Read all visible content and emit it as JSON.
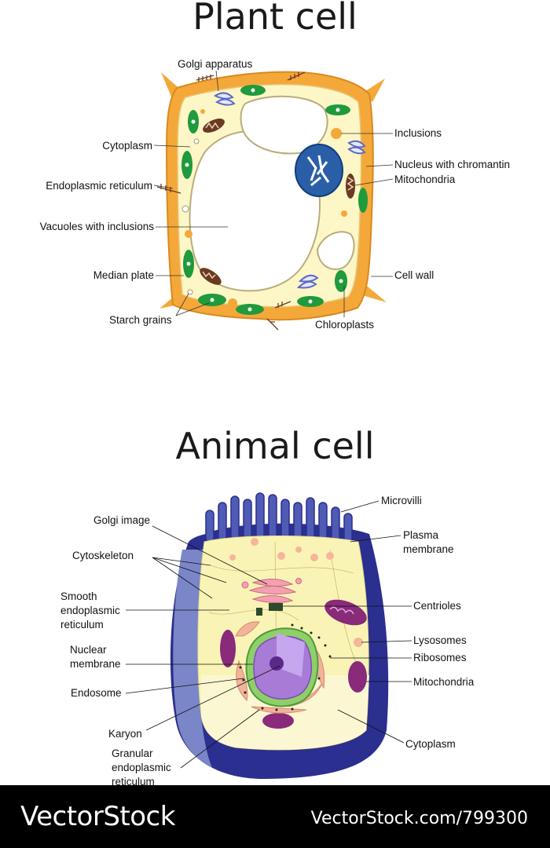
{
  "plant": {
    "title": "Plant cell",
    "labels": {
      "golgi": "Golgi apparatus",
      "cytoplasm": "Cytoplasm",
      "er": "Endoplasmic reticulum",
      "vacuoles": "Vacuoles with inclusions",
      "median_plate": "Median plate",
      "starch": "Starch grains",
      "inclusions": "Inclusions",
      "nucleus": "Nucleus with chromantin",
      "mitochondria": "Mitochondria",
      "cell_wall": "Cell wall",
      "chloroplasts": "Chloroplasts"
    }
  },
  "animal": {
    "title": "Animal cell",
    "labels": {
      "golgi": "Golgi image",
      "cytoskeleton": "Cytoskeleton",
      "smooth_er": "Smooth\nendoplasmic\nreticulum",
      "nuclear_membrane": "Nuclear\nmembrane",
      "endosome": "Endosome",
      "karyon": "Karyon",
      "granular_er": "Granular\nendoplasmic\nreticulum",
      "microvilli": "Microvilli",
      "plasma_membrane": "Plasma\nmembrane",
      "centrioles": "Centrioles",
      "lysosomes": "Lysosomes",
      "ribosomes": "Ribosomes",
      "mitochondria": "Mitochondria",
      "cytoplasm": "Cytoplasm"
    }
  },
  "footer": {
    "brand": "VectorStock",
    "site": "VectorStock.com/799300"
  },
  "colors": {
    "cell_wall": "#f4a83a",
    "cytoplasm": "#fdf6c6",
    "chloroplast": "#1f9a3c",
    "nucleus": "#2a5fa8",
    "plasma_membrane": "#2b2f8f",
    "nucleus_animal": "#a77bd6",
    "mitochondria_animal": "#8a2a7a",
    "granular_er": "#f2b39a"
  }
}
